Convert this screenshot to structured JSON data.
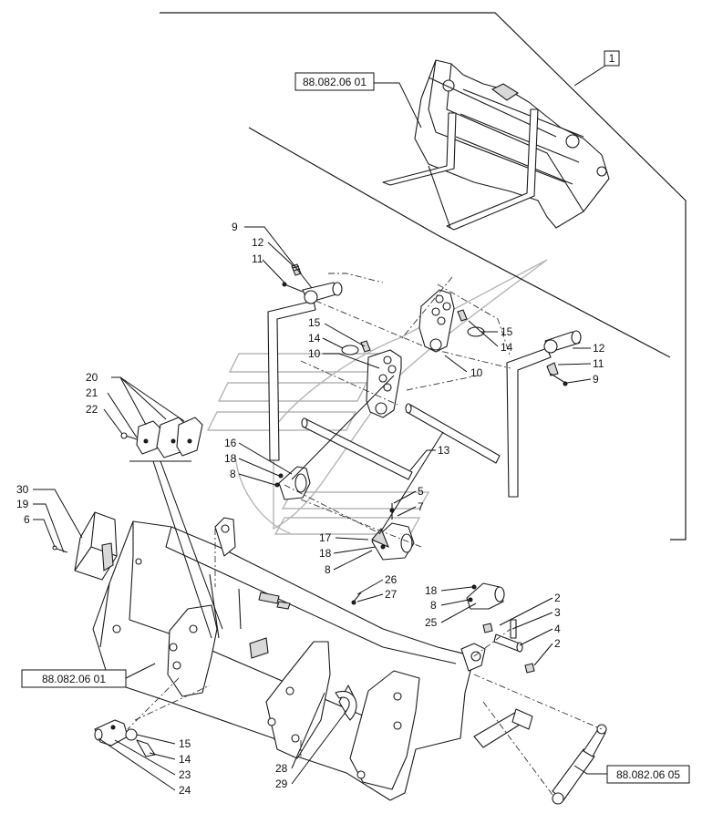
{
  "references": {
    "top": "88.082.06 01",
    "left": "88.082.06 01",
    "right": "88.082.06 05",
    "group": "1"
  },
  "callouts": {
    "n9a": "9",
    "n12a": "12",
    "n11a": "11",
    "n15a": "15",
    "n14a": "14",
    "n10a": "10",
    "n15b": "15",
    "n14b": "14",
    "n10b": "10",
    "n12b": "12",
    "n11b": "11",
    "n9b": "9",
    "n20": "20",
    "n21": "21",
    "n22": "22",
    "n16": "16",
    "n18a": "18",
    "n8a": "8",
    "n13": "13",
    "n30": "30",
    "n19": "19",
    "n6": "6",
    "n5": "5",
    "n7": "7",
    "n17": "17",
    "n18b": "18",
    "n8b": "8",
    "n26": "26",
    "n27": "27",
    "n18c": "18",
    "n8c": "8",
    "n25": "25",
    "n2a": "2",
    "n3": "3",
    "n4": "4",
    "n2b": "2",
    "n15c": "15",
    "n14c": "14",
    "n23": "23",
    "n24": "24",
    "n28": "28",
    "n29": "29"
  },
  "icons": {
    "watermark": "watermark-logo-icon"
  }
}
